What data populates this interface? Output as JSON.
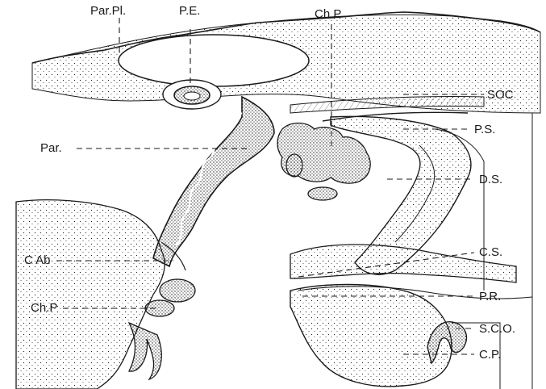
{
  "figure": {
    "labels": {
      "par_pl": "Par.Pl.",
      "pe": "P.E.",
      "ch_p_top": "Ch P",
      "soc": "SOC",
      "ps": "P.S.",
      "par": "Par.",
      "ds": "D.S.",
      "c_ab": "C Ab",
      "cs": "C.S.",
      "ch_p_left": "Ch.P",
      "pr": "P.R.",
      "sco": "S.C.O.",
      "cp": "C.P."
    },
    "colors": {
      "ink": "#1a1a1a",
      "paper": "#ffffff"
    }
  }
}
